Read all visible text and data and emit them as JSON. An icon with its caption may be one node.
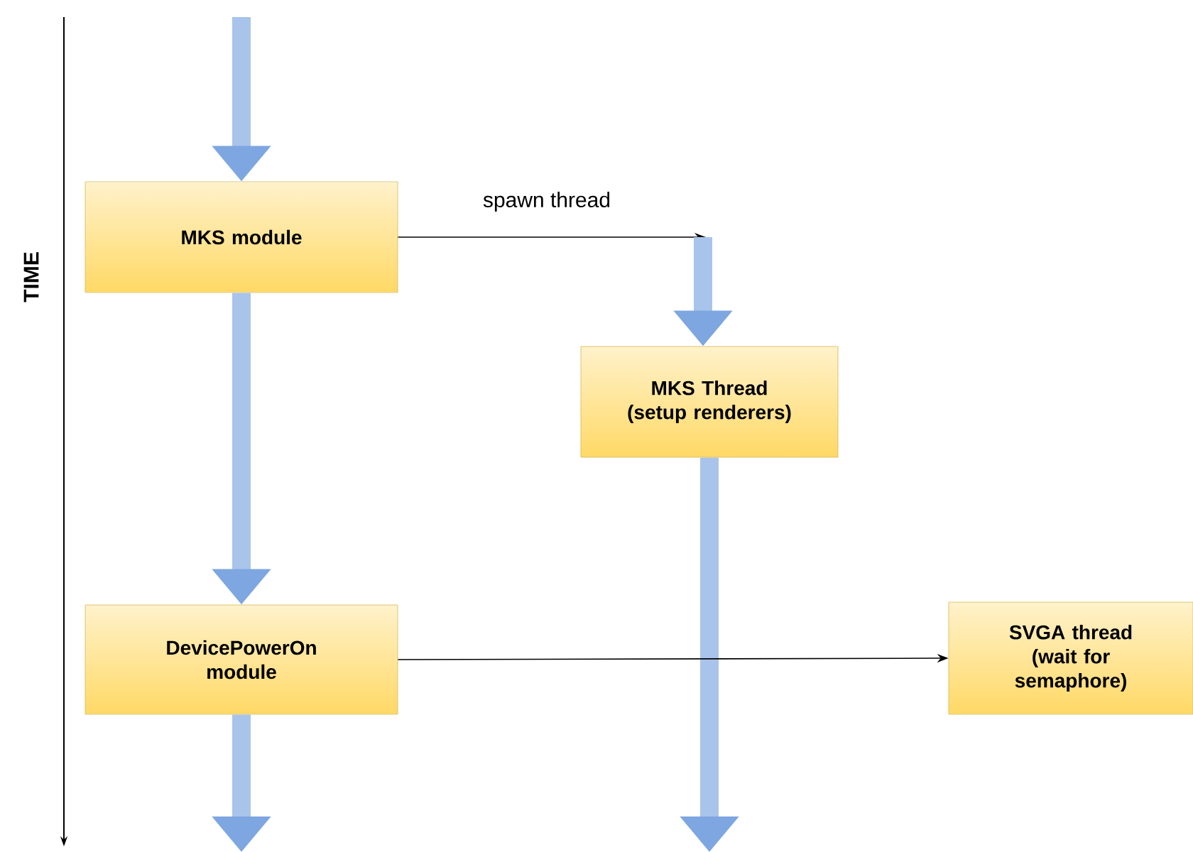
{
  "diagram": {
    "nodes": [
      {
        "text": [
          "MKS module"
        ]
      },
      {
        "text": [
          "MKS Thread (setup renderers)"
        ]
      },
      {
        "text": [
          "DevicePowerOn module"
        ]
      },
      {
        "text": [
          "SVGA thread (wait for semaphore)"
        ]
      }
    ],
    "edges": [
      {
        "from": null,
        "to": 0,
        "arrow": "to"
      },
      {
        "from": 0,
        "to": null,
        "arrow": "to",
        "label": "spawn thread",
        "color": "#000000"
      },
      {
        "from": null,
        "to": 1,
        "arrow": "to"
      },
      {
        "from": 0,
        "to": 2,
        "arrow": "to"
      },
      {
        "from": 1,
        "to": null,
        "arrow": "to"
      },
      {
        "from": 2,
        "to": 3,
        "arrow": "to",
        "color": "#000000"
      },
      {
        "from": 2,
        "to": null,
        "arrow": "to"
      }
    ],
    "labels": [
      "TIME"
    ]
  }
}
